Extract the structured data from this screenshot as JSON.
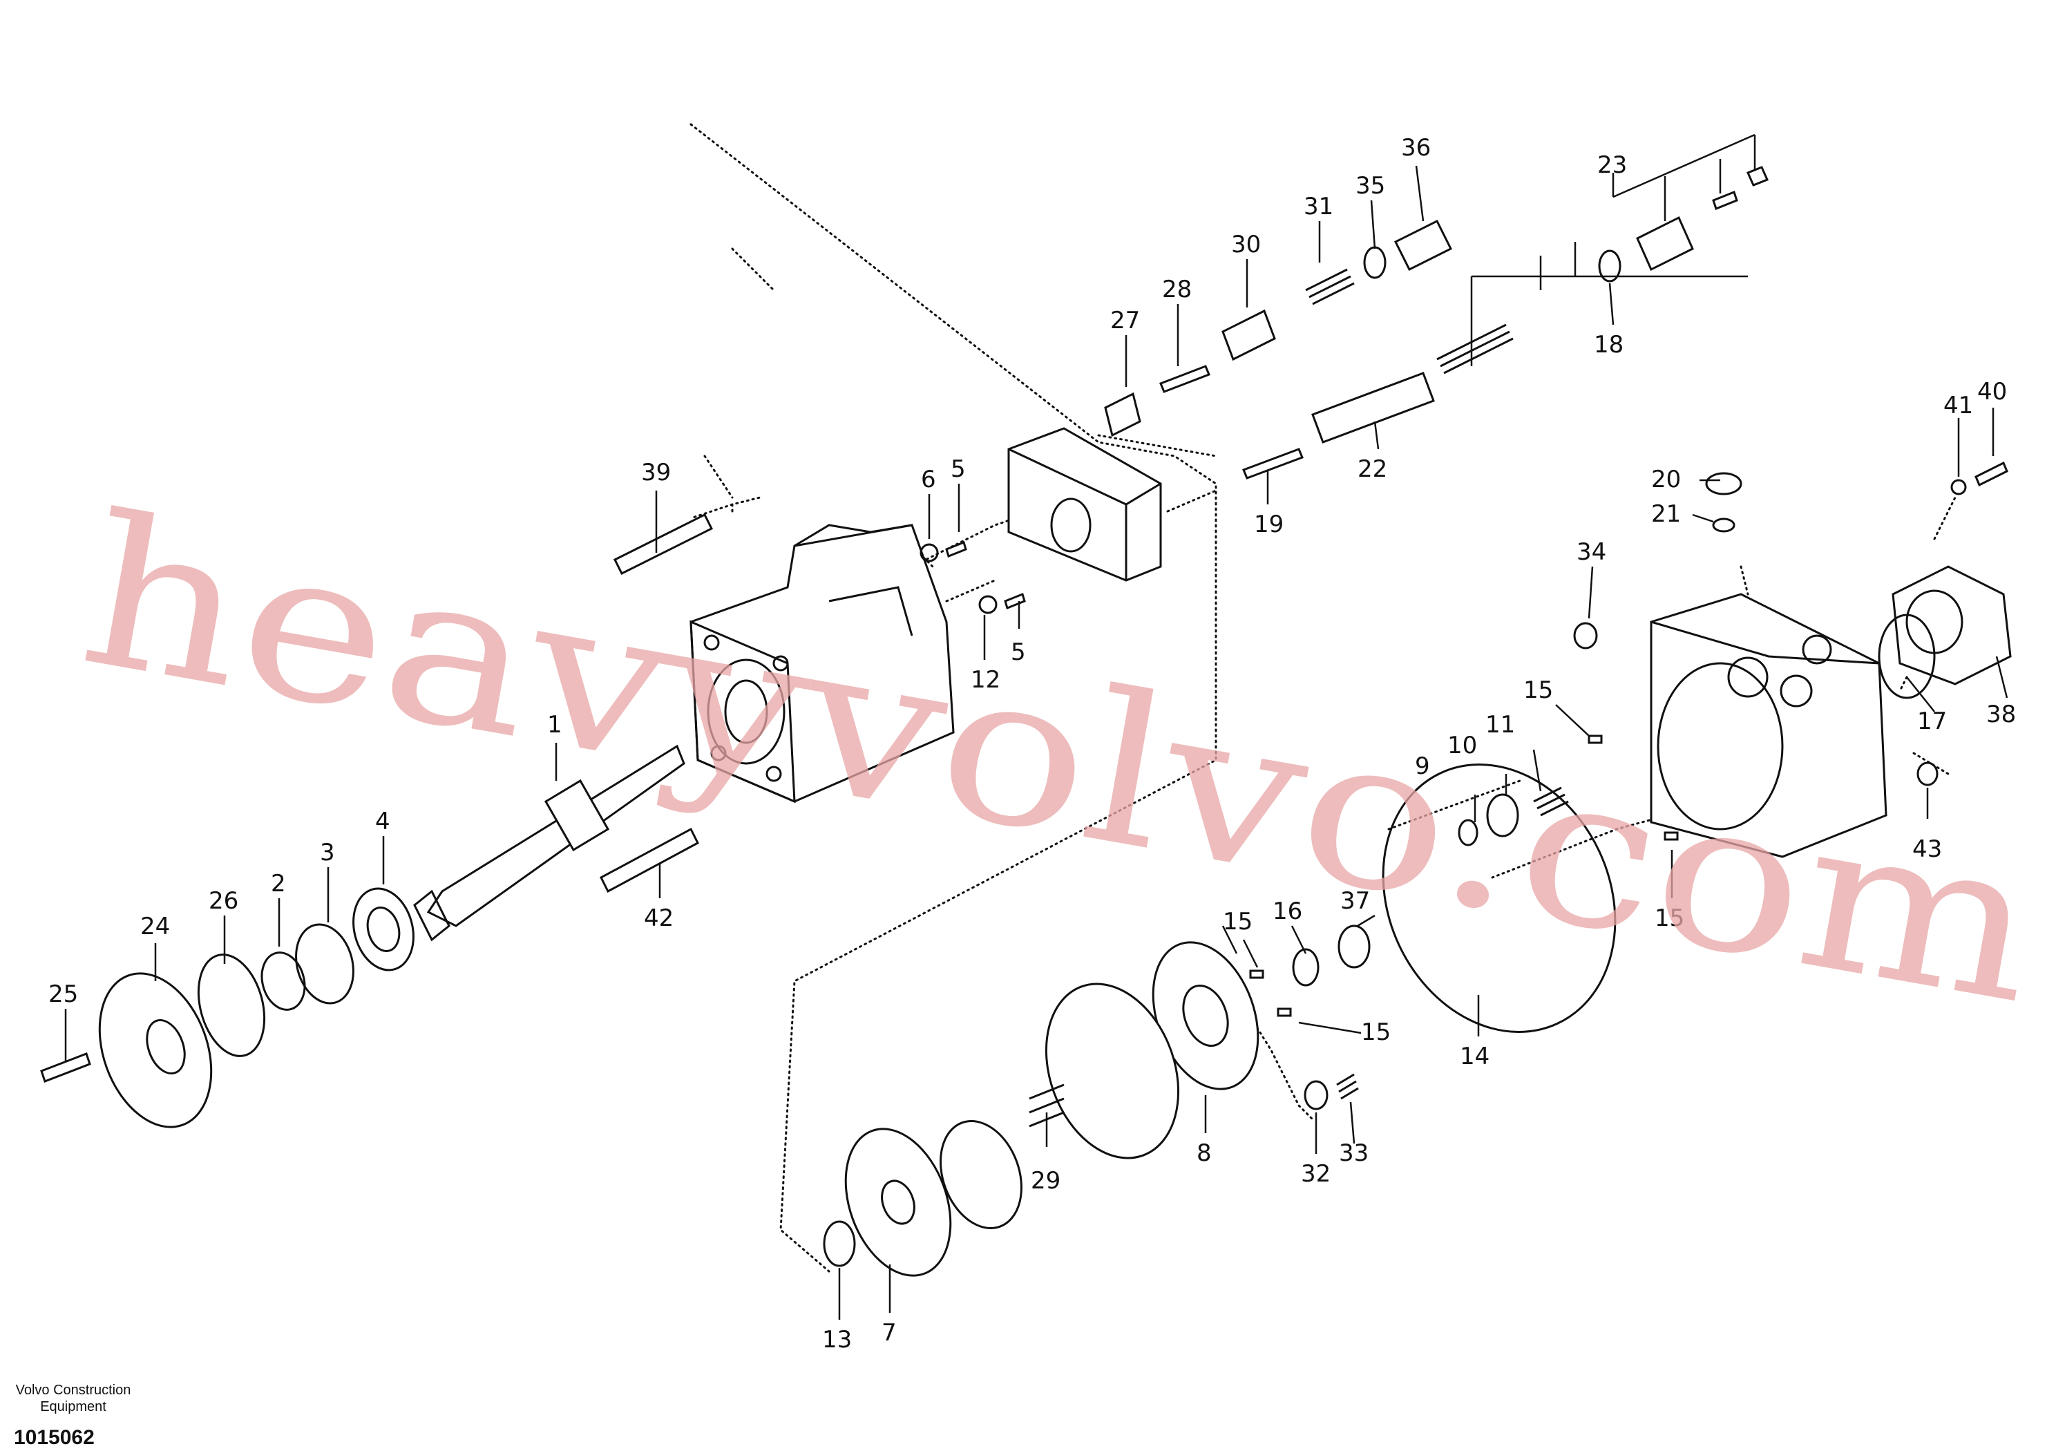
{
  "watermark": "heavyvolvo.com",
  "footer": {
    "brand_line1": "Volvo Construction",
    "brand_line2": "Equipment",
    "drawing_number": "1015062"
  },
  "callouts": {
    "c1": "1",
    "c2": "2",
    "c3": "3",
    "c4": "4",
    "c5a": "5",
    "c5b": "5",
    "c6": "6",
    "c7": "7",
    "c8": "8",
    "c9": "9",
    "c10": "10",
    "c11": "11",
    "c12": "12",
    "c13": "13",
    "c14": "14",
    "c15a": "15",
    "c15b": "15",
    "c15c": "15",
    "c15d": "15",
    "c16": "16",
    "c17": "17",
    "c18": "18",
    "c19": "19",
    "c20": "20",
    "c21": "21",
    "c22": "22",
    "c23": "23",
    "c24": "24",
    "c25": "25",
    "c26": "26",
    "c27": "27",
    "c28": "28",
    "c29": "29",
    "c30": "30",
    "c31": "31",
    "c32": "32",
    "c33": "33",
    "c34": "34",
    "c35": "35",
    "c36": "36",
    "c37": "37",
    "c38": "38",
    "c39": "39",
    "c40": "40",
    "c41": "41",
    "c42": "42",
    "c43": "43"
  }
}
